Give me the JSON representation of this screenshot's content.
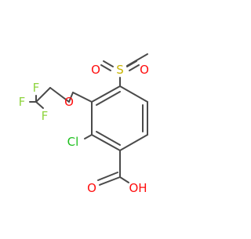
{
  "molecule": {
    "atoms": {
      "sulfur": "S",
      "sulfonyl_oxygen_left": "O",
      "sulfonyl_oxygen_right": "O",
      "ether_oxygen": "O",
      "chlorine": "Cl",
      "acid_carbonyl_oxygen": "O",
      "acid_hydroxyl": "OH",
      "fluorine_top": "F",
      "fluorine_left": "F",
      "fluorine_bottom": "F"
    },
    "colors": {
      "bond": "#4a4a4a",
      "sulfur": "#c8b400",
      "oxygen": "#ff0d0d",
      "chlorine": "#1fc01f",
      "fluorine": "#8fd43f"
    }
  }
}
